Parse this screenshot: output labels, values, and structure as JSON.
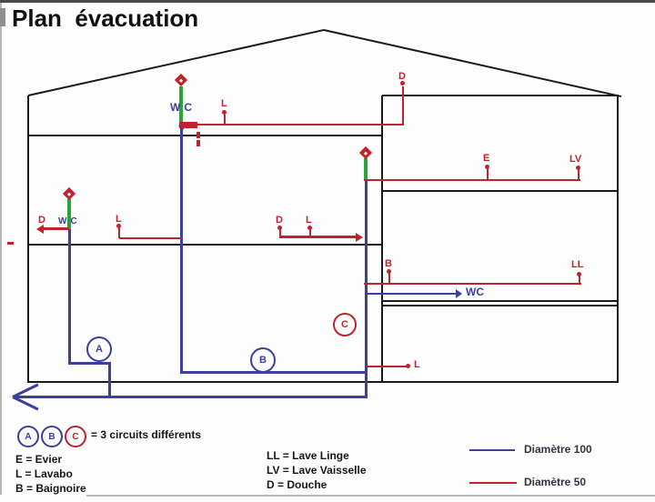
{
  "colors": {
    "pipe_blue": "#3b3f9d",
    "pipe_red": "#c0232c",
    "vent_green": "#29a437",
    "structure_black": "#1a1a1a"
  },
  "title": "Plan  évacuation",
  "diagram": {
    "labels": {
      "stack1_wc": "WC",
      "stack2_wc": "WC",
      "wing_wc": "WC",
      "attic_douche": "D",
      "attic_lavabo": "L",
      "wing1_evier": "E",
      "wing1_lave_vaisselle": "LV",
      "mid_douche_left": "D",
      "mid_lavabo_left": "L",
      "mid_douche": "D",
      "mid_lavabo": "L",
      "wing2_baignoire": "B",
      "wing2_lave_linge": "LL",
      "ground_lavabo": "L",
      "circuit_a": "A",
      "circuit_b": "B",
      "circuit_c": "C"
    }
  },
  "legend": {
    "circuit_a": "A",
    "circuit_b": "B",
    "circuit_c": "C",
    "circuits_text": "= 3 circuits différents",
    "fixtures_left": [
      "E = Evier",
      "L = Lavabo",
      "B = Baignoire"
    ],
    "fixtures_right": [
      "LL = Lave Linge",
      "LV = Lave Vaisselle",
      "D = Douche"
    ],
    "diameter_100": "Diamètre 100",
    "diameter_50": "Diamètre 50"
  }
}
